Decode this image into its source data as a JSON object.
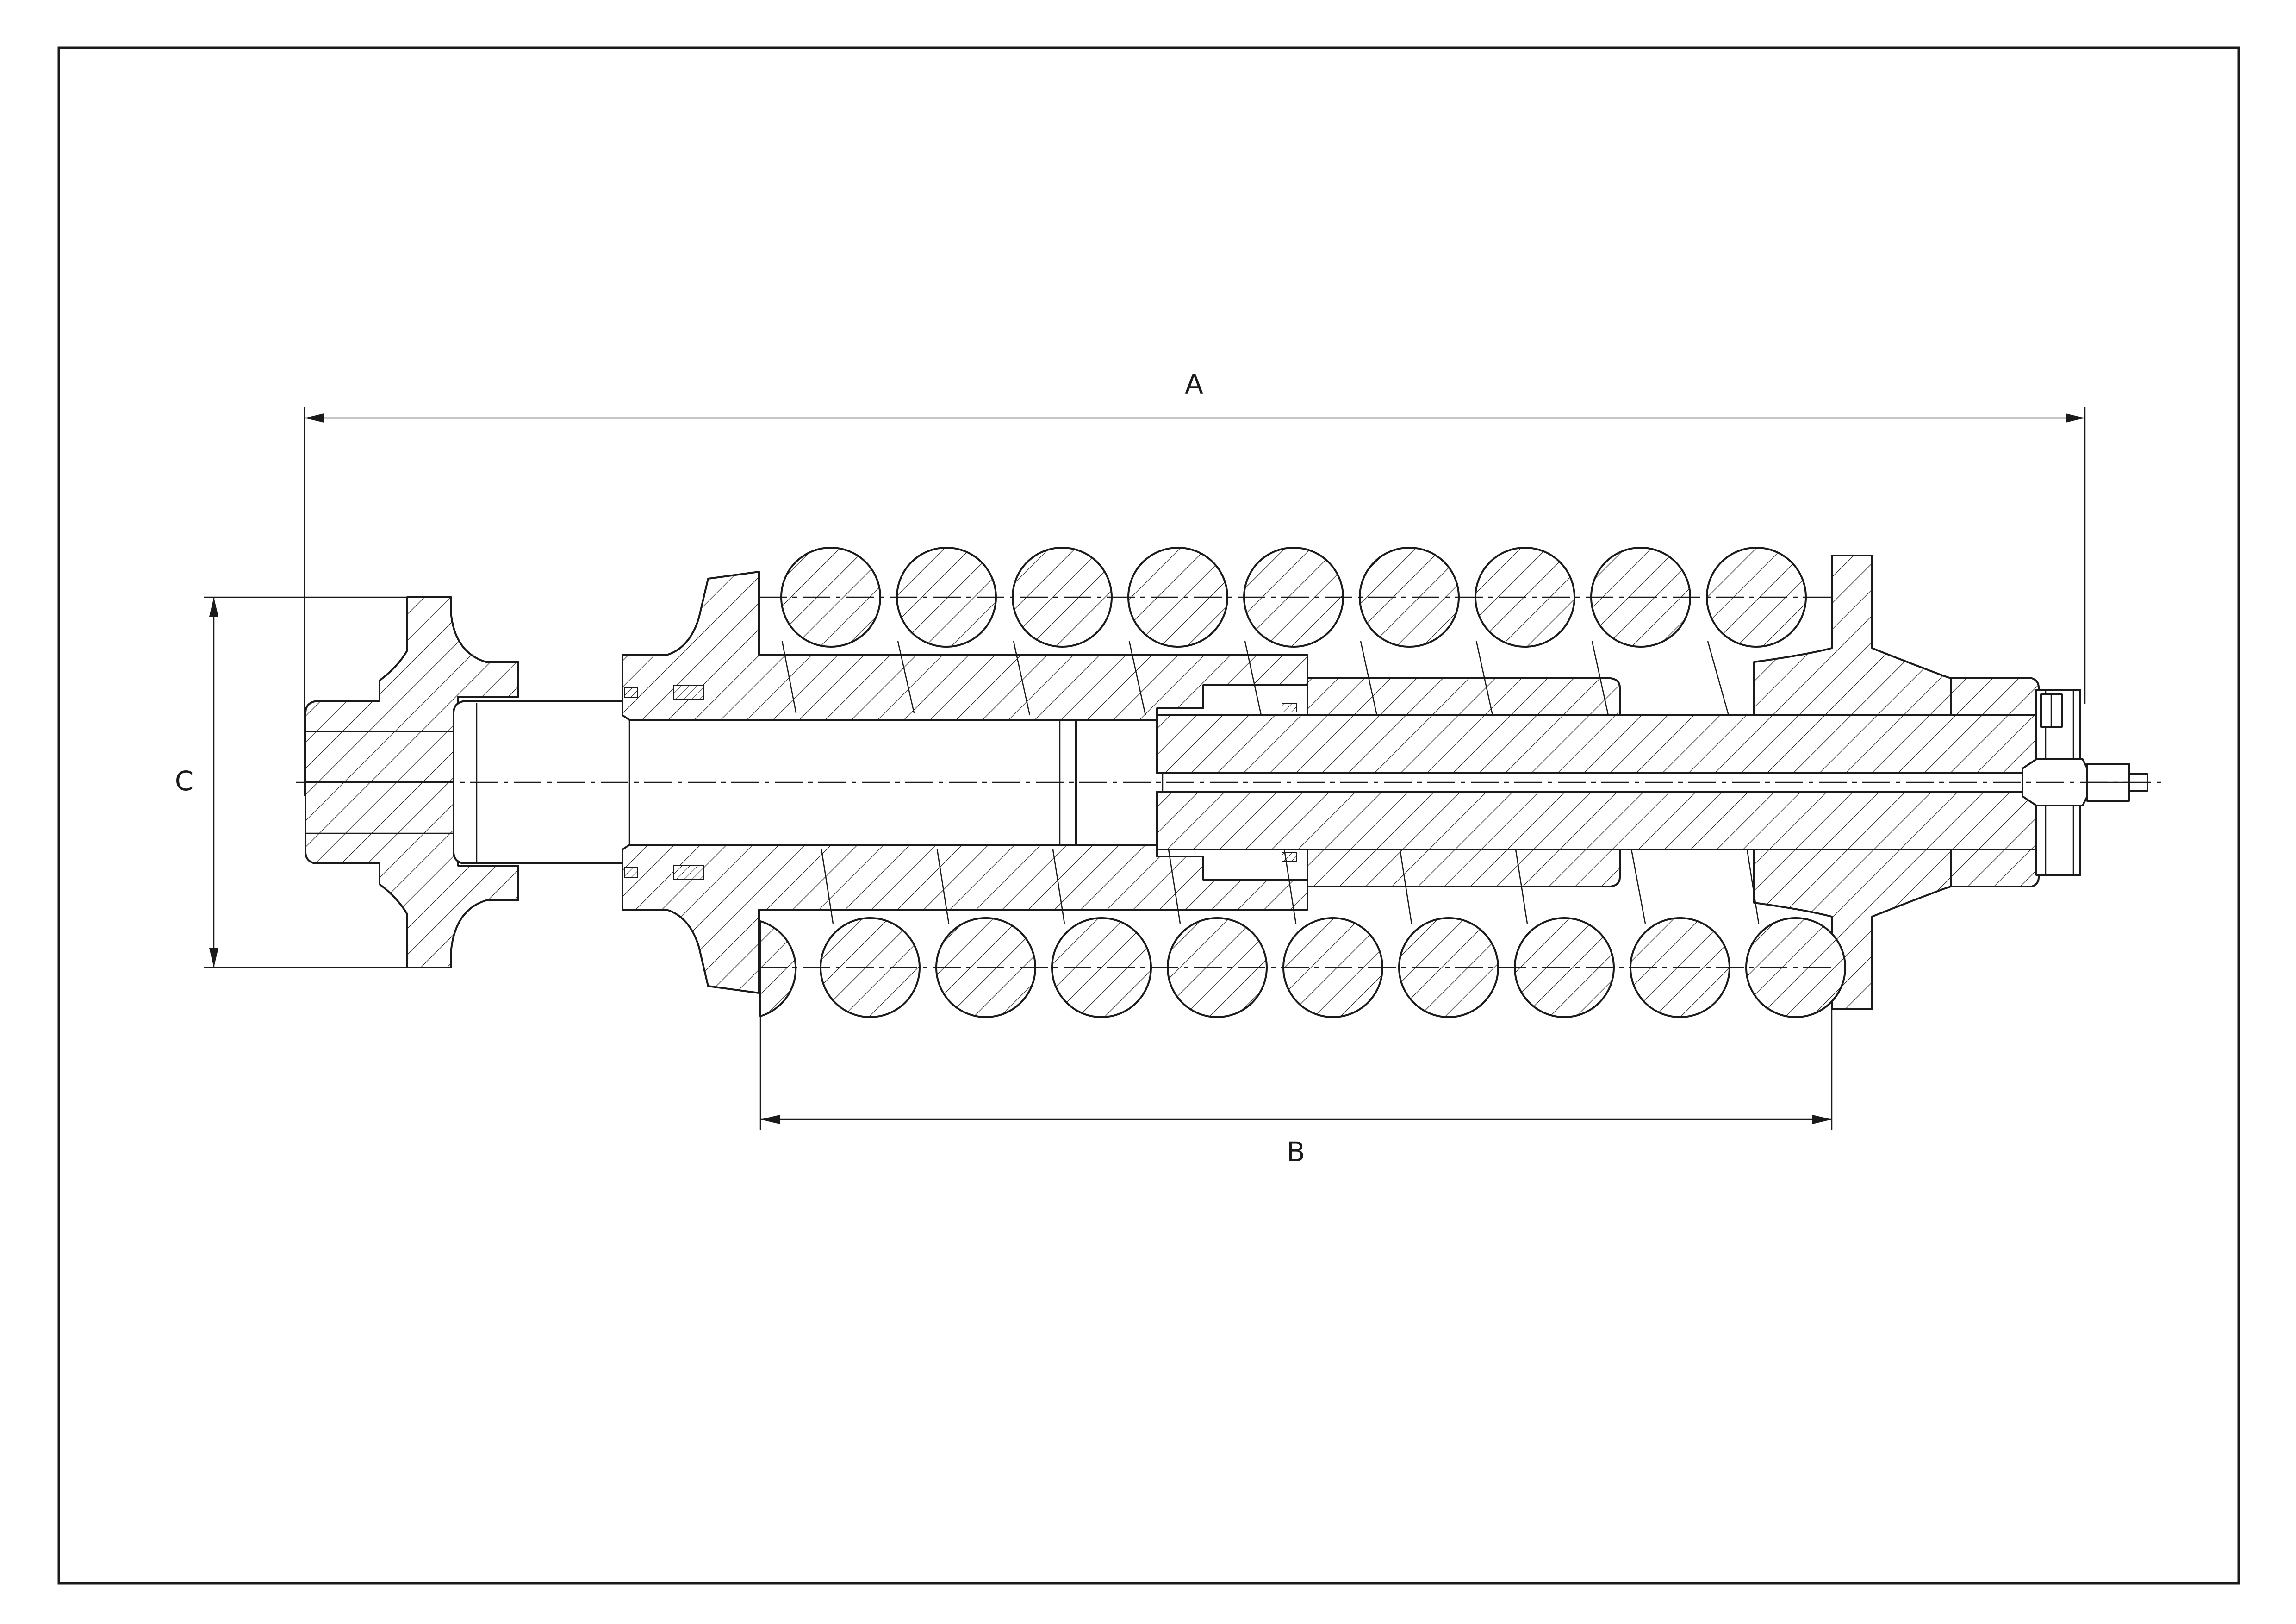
{
  "drawing": {
    "dimensions": {
      "overall_length": "A",
      "spring_length": "B",
      "flange_diameter": "C"
    },
    "colors": {
      "line": "#1a1a1a",
      "background": "#ffffff"
    }
  }
}
